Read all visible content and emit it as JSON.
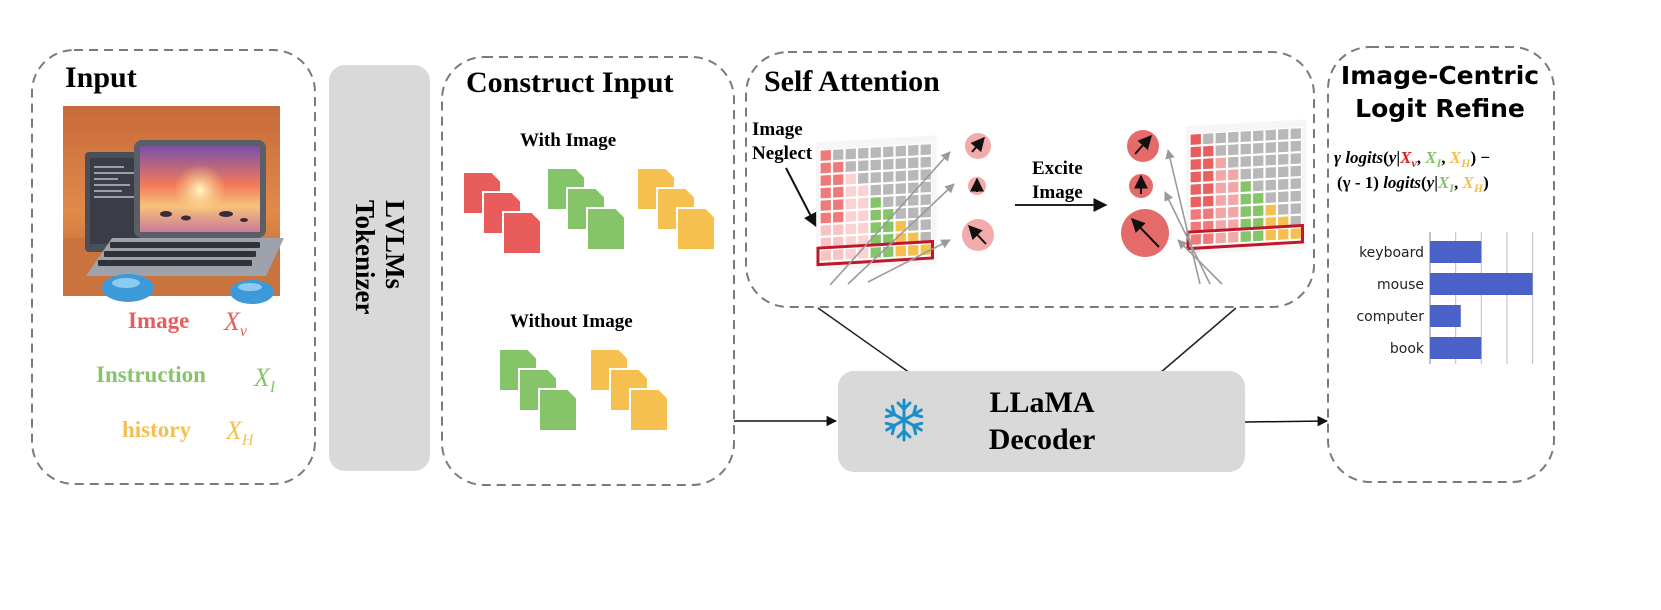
{
  "input": {
    "title": "Input",
    "image_label": "Image",
    "image_symbol": "X",
    "image_sub": "v",
    "instruction_label": "Instruction",
    "instruction_symbol": "X",
    "instruction_sub": "I",
    "history_label": "history",
    "history_symbol": "X",
    "history_sub": "H"
  },
  "tokenizer": {
    "line1": "LVLMs",
    "line2": "Tokenizer"
  },
  "construct": {
    "title": "Construct Input",
    "with_image": "With Image",
    "without_image": "Without Image"
  },
  "attention": {
    "title": "Self Attention",
    "neglect_line1": "Image",
    "neglect_line2": "Neglect",
    "excite_line1": "Excite",
    "excite_line2": "Image"
  },
  "decoder": {
    "line1": "LLaMA",
    "line2": "Decoder",
    "icon": "snowflake-icon"
  },
  "refine": {
    "title_line1": "Image-Centric",
    "title_line2": "Logit Refine",
    "f_gamma": "γ",
    "f_logits": "logits",
    "f_y": "y",
    "f_open": "(",
    "f_bar": "|",
    "f_comma": ", ",
    "f_close": ")",
    "f_minus": " −",
    "f_gamma_minus": "(γ - 1)",
    "f_xv": "X",
    "f_xv_sub": "v",
    "f_xi": "X",
    "f_xi_sub": "I",
    "f_xh": "X",
    "f_xh_sub": "H"
  },
  "colors": {
    "image": "#e85c5c",
    "instruction": "#86c46a",
    "history": "#f5c04f",
    "bar": "#4a62c8",
    "panel_fill": "#d9d9d9",
    "snowflake": "#1b8fc8"
  },
  "chart_data": {
    "type": "bar",
    "orientation": "horizontal",
    "categories": [
      "keyboard",
      "mouse",
      "computer",
      "book"
    ],
    "values": [
      0.5,
      1.0,
      0.3,
      0.5
    ],
    "xlim": [
      0,
      1.15
    ],
    "grid": true
  }
}
